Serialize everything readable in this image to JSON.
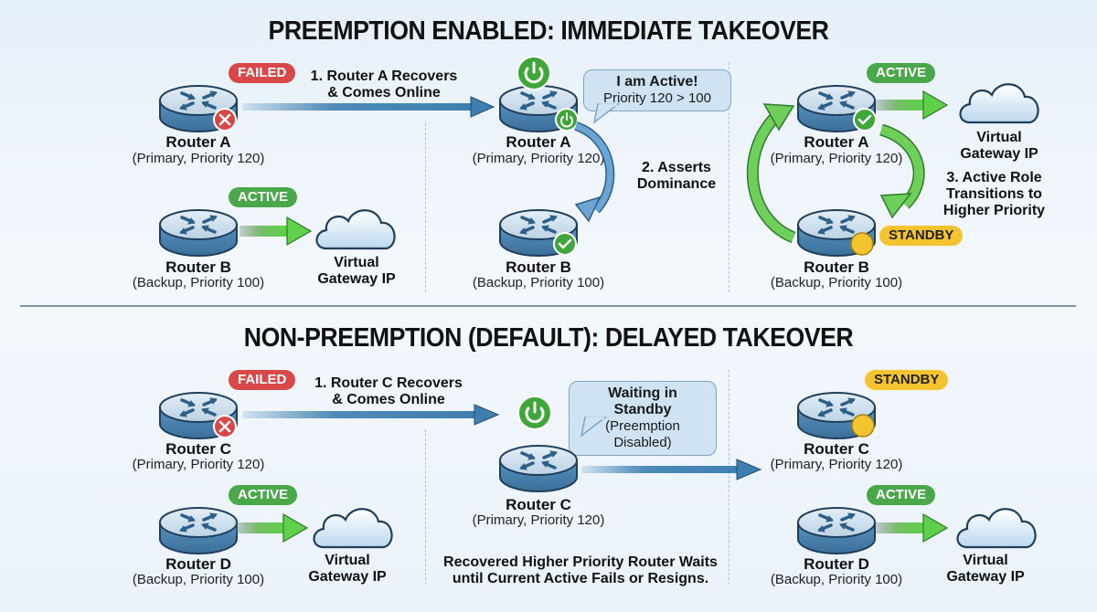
{
  "top": {
    "title": "PREEMPTION ENABLED: IMMEDIATE TAKEOVER",
    "stage1": {
      "router_a": {
        "name": "Router A",
        "sub": "(Primary, Priority 120)",
        "badge": "FAILED",
        "status": "failed"
      },
      "router_b": {
        "name": "Router B",
        "sub": "(Backup, Priority 100)",
        "badge": "ACTIVE",
        "status": "active"
      },
      "cloud": {
        "line1": "Virtual",
        "line2": "Gateway IP"
      },
      "step": {
        "line1": "1. Router A Recovers",
        "line2": "& Comes Online"
      }
    },
    "stage2": {
      "router_a": {
        "name": "Router A",
        "sub": "(Primary, Priority 120)",
        "status": "online"
      },
      "router_b": {
        "name": "Router B",
        "sub": "(Backup, Priority 100)",
        "status": "ok"
      },
      "bubble": {
        "line1": "I am Active!",
        "line2": "Priority 120 > 100"
      },
      "step": {
        "line1": "2. Asserts",
        "line2": "Dominance"
      }
    },
    "stage3": {
      "router_a": {
        "name": "Router A",
        "sub": "(Primary, Priority 120)",
        "badge": "ACTIVE",
        "status": "active"
      },
      "router_b": {
        "name": "Router B",
        "sub": "(Backup, Priority 100)",
        "badge": "STANDBY",
        "status": "standby"
      },
      "cloud": {
        "line1": "Virtual",
        "line2": "Gateway IP"
      },
      "step": {
        "line1": "3. Active Role",
        "line2": "Transitions to",
        "line3": "Higher Priority"
      }
    }
  },
  "bottom": {
    "title": "NON-PREEMPTION (DEFAULT): DELAYED TAKEOVER",
    "stage1": {
      "router_c": {
        "name": "Router C",
        "sub": "(Primary, Priority 120)",
        "badge": "FAILED",
        "status": "failed"
      },
      "router_d": {
        "name": "Router D",
        "sub": "(Backup, Priority 100)",
        "badge": "ACTIVE",
        "status": "active"
      },
      "cloud": {
        "line1": "Virtual",
        "line2": "Gateway IP"
      },
      "step": {
        "line1": "1. Router C Recovers",
        "line2": "& Comes Online"
      }
    },
    "stage2": {
      "router_c": {
        "name": "Router C",
        "sub": "(Primary, Priority 120)",
        "status": "online"
      },
      "bubble": {
        "line1": "Waiting in Standby",
        "line2": "(Preemption Disabled)"
      },
      "note": {
        "line1": "Recovered Higher Priority Router Waits",
        "line2": "until Current Active Fails or Resigns."
      }
    },
    "stage3": {
      "router_c": {
        "name": "Router C",
        "sub": "(Primary, Priority 120)",
        "badge": "STANDBY",
        "status": "standby"
      },
      "router_d": {
        "name": "Router D",
        "sub": "(Backup, Priority 100)",
        "badge": "ACTIVE",
        "status": "active"
      },
      "cloud": {
        "line1": "Virtual",
        "line2": "Gateway IP"
      }
    }
  },
  "colors": {
    "failed": "#d94848",
    "active": "#4aa84a",
    "standby": "#f4c430",
    "router": "#4a82ad",
    "arrow_blue": "#3f7fb0",
    "arrow_green": "#4cc043"
  }
}
